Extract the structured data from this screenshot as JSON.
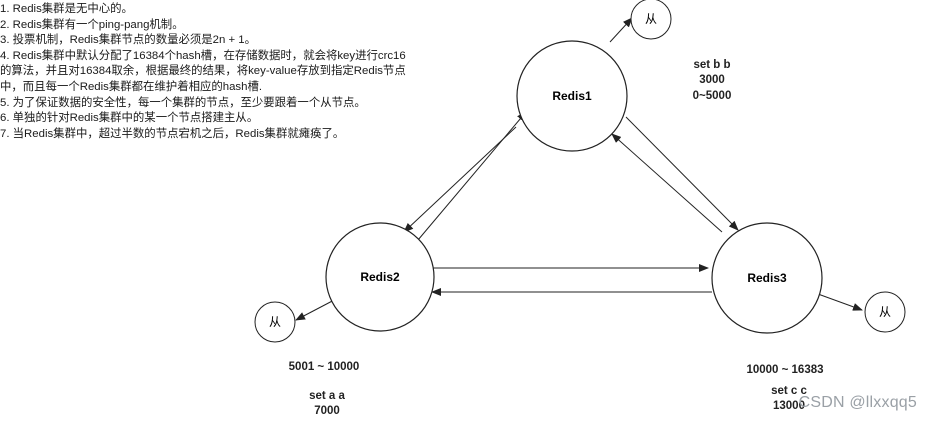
{
  "notes": [
    "1. Redis集群是无中心的。",
    "2. Redis集群有一个ping-pang机制。",
    "3. 投票机制，Redis集群节点的数量必须是2n + 1。",
    "4. Redis集群中默认分配了16384个hash槽，在存储数据时，就会将key进行crc16",
    "的算法，并且对16384取余，根据最终的结果，将key-value存放到指定Redis节点",
    "中，而且每一个Redis集群都在维护着相应的hash槽.",
    "5. 为了保证数据的安全性，每一个集群的节点，至少要跟着一个从节点。",
    "6. 单独的针对Redis集群中的某一个节点搭建主从。",
    "7. 当Redis集群中，超过半数的节点宕机之后，Redis集群就瘫痪了。"
  ],
  "nodes": {
    "redis1": {
      "label": "Redis1",
      "set": "set b b",
      "value": "3000",
      "range": "0~5000"
    },
    "redis2": {
      "label": "Redis2",
      "range": "5001 ~ 10000",
      "set": "set a a",
      "value": "7000"
    },
    "redis3": {
      "label": "Redis3",
      "range": "10000 ~ 16383",
      "set": "set c c",
      "value": "13000"
    }
  },
  "slave_label": "从",
  "watermark": "CSDN @llxxqq5"
}
